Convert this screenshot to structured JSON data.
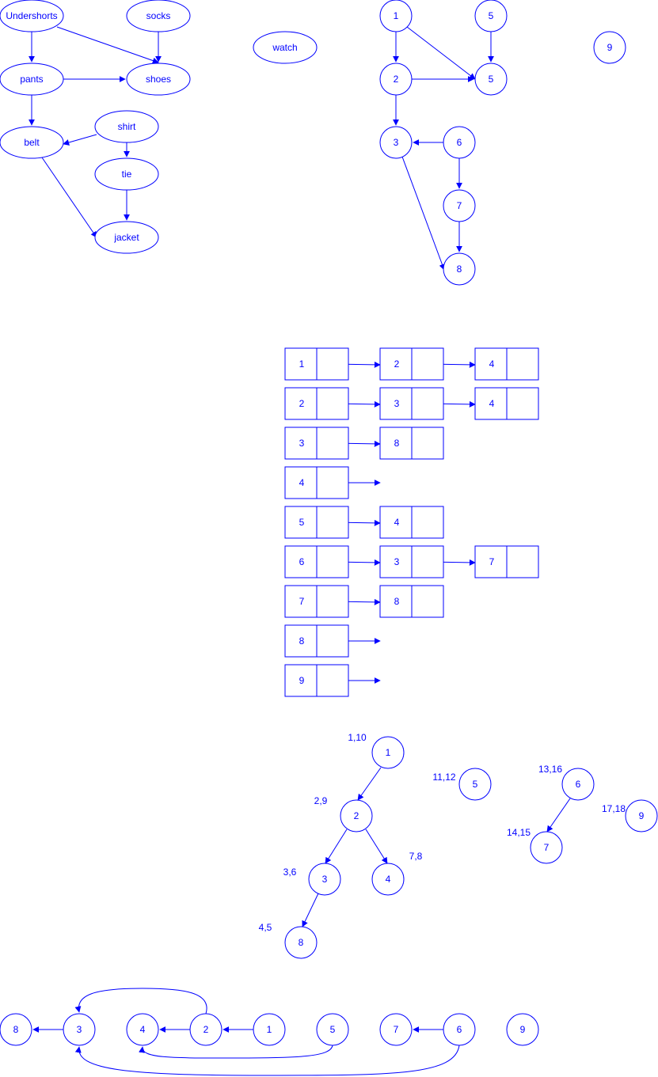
{
  "color": "#0000ff",
  "clothing_graph": {
    "nodes": [
      "Undershorts",
      "socks",
      "watch",
      "pants",
      "shoes",
      "shirt",
      "belt",
      "tie",
      "jacket"
    ],
    "edges": [
      [
        "Undershorts",
        "pants"
      ],
      [
        "Undershorts",
        "shoes"
      ],
      [
        "socks",
        "shoes"
      ],
      [
        "pants",
        "shoes"
      ],
      [
        "pants",
        "belt"
      ],
      [
        "shirt",
        "belt"
      ],
      [
        "shirt",
        "tie"
      ],
      [
        "tie",
        "jacket"
      ],
      [
        "belt",
        "jacket"
      ]
    ]
  },
  "numbered_graph": {
    "nodes": [
      "1",
      "5",
      "9",
      "2",
      "5",
      "3",
      "6",
      "7",
      "8"
    ],
    "edges": [
      [
        "1",
        "2"
      ],
      [
        "1",
        "5"
      ],
      [
        "5",
        "5"
      ],
      [
        "2",
        "5"
      ],
      [
        "2",
        "3"
      ],
      [
        "6",
        "3"
      ],
      [
        "6",
        "7"
      ],
      [
        "7",
        "8"
      ],
      [
        "3",
        "8"
      ]
    ]
  },
  "adjacency_list": [
    {
      "vertex": "1",
      "neighbors": [
        "2",
        "4"
      ]
    },
    {
      "vertex": "2",
      "neighbors": [
        "3",
        "4"
      ]
    },
    {
      "vertex": "3",
      "neighbors": [
        "8"
      ]
    },
    {
      "vertex": "4",
      "neighbors": []
    },
    {
      "vertex": "5",
      "neighbors": [
        "4"
      ]
    },
    {
      "vertex": "6",
      "neighbors": [
        "3",
        "7"
      ]
    },
    {
      "vertex": "7",
      "neighbors": [
        "8"
      ]
    },
    {
      "vertex": "8",
      "neighbors": []
    },
    {
      "vertex": "9",
      "neighbors": []
    }
  ],
  "dfs_forest": {
    "nodes": [
      {
        "id": "1",
        "times": "1,10"
      },
      {
        "id": "2",
        "times": "2,9"
      },
      {
        "id": "3",
        "times": "3,6"
      },
      {
        "id": "8",
        "times": "4,5"
      },
      {
        "id": "4",
        "times": "7,8"
      },
      {
        "id": "5",
        "times": "11,12"
      },
      {
        "id": "6",
        "times": "13,16"
      },
      {
        "id": "7",
        "times": "14,15"
      },
      {
        "id": "9",
        "times": "17,18"
      }
    ],
    "edges": [
      [
        "1",
        "2"
      ],
      [
        "2",
        "3"
      ],
      [
        "2",
        "4"
      ],
      [
        "3",
        "8"
      ],
      [
        "6",
        "7"
      ]
    ]
  },
  "topological_order": {
    "nodes": [
      "8",
      "3",
      "4",
      "2",
      "1",
      "5",
      "7",
      "6",
      "9"
    ],
    "edges": [
      [
        "3",
        "8"
      ],
      [
        "2",
        "4"
      ],
      [
        "1",
        "2"
      ],
      [
        "6",
        "7"
      ],
      [
        "2",
        "3"
      ],
      [
        "5",
        "4"
      ],
      [
        "6",
        "3"
      ]
    ]
  }
}
